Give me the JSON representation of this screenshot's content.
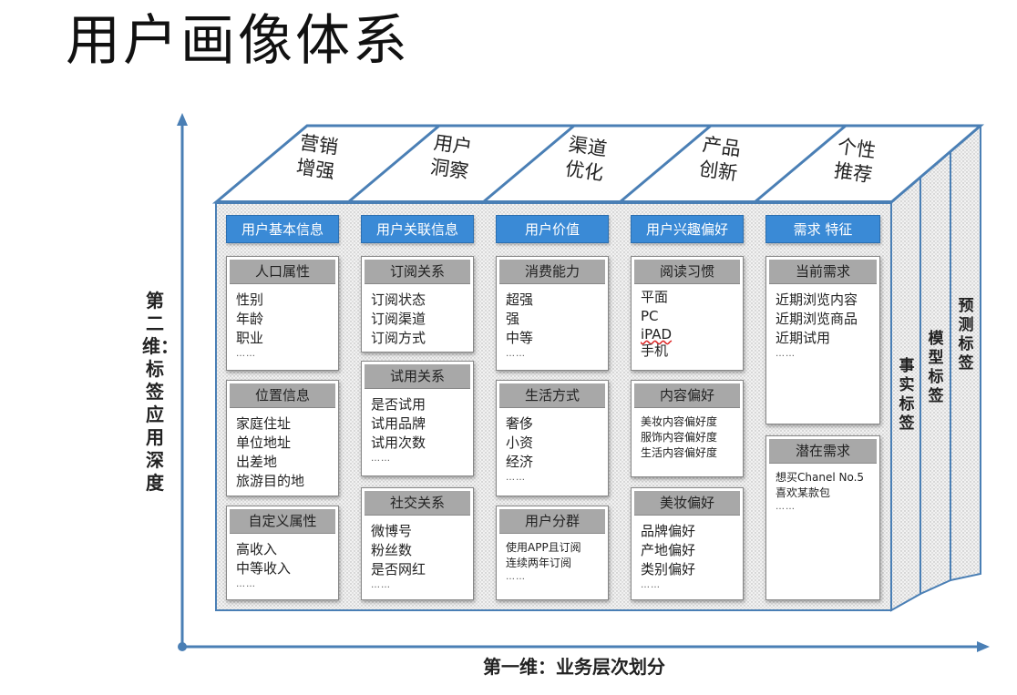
{
  "title": "用户画像体系",
  "axes": {
    "y_label": "第二维：标签应用深度",
    "x_label": "第一维：业务层次划分",
    "color": "#4a7fb5"
  },
  "roof": [
    [
      "营销",
      "增强"
    ],
    [
      "用户",
      "洞察"
    ],
    [
      "渠道",
      "优化"
    ],
    [
      "产品",
      "创新"
    ],
    [
      "个性",
      "推荐"
    ]
  ],
  "side_layers": [
    "事实标签",
    "模型标签",
    "预测标签"
  ],
  "colors": {
    "header_blue": "#3a8ad6",
    "box_title_gray": "#a8a8a8",
    "outline": "#4a7fb5"
  },
  "columns": [
    {
      "header": "用户基本信息",
      "boxes": [
        {
          "title": "人口属性",
          "items": [
            "性别",
            "年龄",
            "职业"
          ],
          "more": "……"
        },
        {
          "title": "位置信息",
          "items": [
            "家庭住址",
            "单位地址",
            "出差地",
            "旅游目的地"
          ],
          "more": ""
        },
        {
          "title": "自定义属性",
          "items": [
            "高收入",
            "中等收入"
          ],
          "more": "……"
        }
      ]
    },
    {
      "header": "用户关联信息",
      "boxes": [
        {
          "title": "订阅关系",
          "items": [
            "订阅状态",
            "订阅渠道",
            "订阅方式"
          ],
          "more": ""
        },
        {
          "title": "试用关系",
          "items": [
            "是否试用",
            "试用品牌",
            "试用次数"
          ],
          "more": "……"
        },
        {
          "title": "社交关系",
          "items": [
            "微博号",
            "粉丝数",
            "是否网红"
          ],
          "more": "……"
        }
      ]
    },
    {
      "header": "用户价值",
      "boxes": [
        {
          "title": "消费能力",
          "items": [
            "超强",
            "强",
            "中等"
          ],
          "more": "……"
        },
        {
          "title": "生活方式",
          "items": [
            "奢侈",
            "小资",
            "经济"
          ],
          "more": "……"
        },
        {
          "title": "用户分群",
          "items": [
            "使用APP且订阅",
            "连续两年订阅"
          ],
          "more": "……"
        }
      ]
    },
    {
      "header": "用户兴趣偏好",
      "boxes": [
        {
          "title": "阅读习惯",
          "items": [
            "平面",
            "PC",
            "iPAD",
            "手机"
          ],
          "more": ""
        },
        {
          "title": "内容偏好",
          "items": [
            "美妆内容偏好度",
            "服饰内容偏好度",
            "生活内容偏好度"
          ],
          "more": ""
        },
        {
          "title": "美妆偏好",
          "items": [
            "品牌偏好",
            "产地偏好",
            "类别偏好"
          ],
          "more": "……"
        }
      ]
    },
    {
      "header": "需求 特征",
      "boxes": [
        {
          "title": "当前需求",
          "items": [
            "近期浏览内容",
            "近期浏览商品",
            "近期试用"
          ],
          "more": "……"
        },
        {
          "title": "潜在需求",
          "items": [
            "想买Chanel No.5",
            "喜欢某款包"
          ],
          "more": "……"
        }
      ]
    }
  ]
}
